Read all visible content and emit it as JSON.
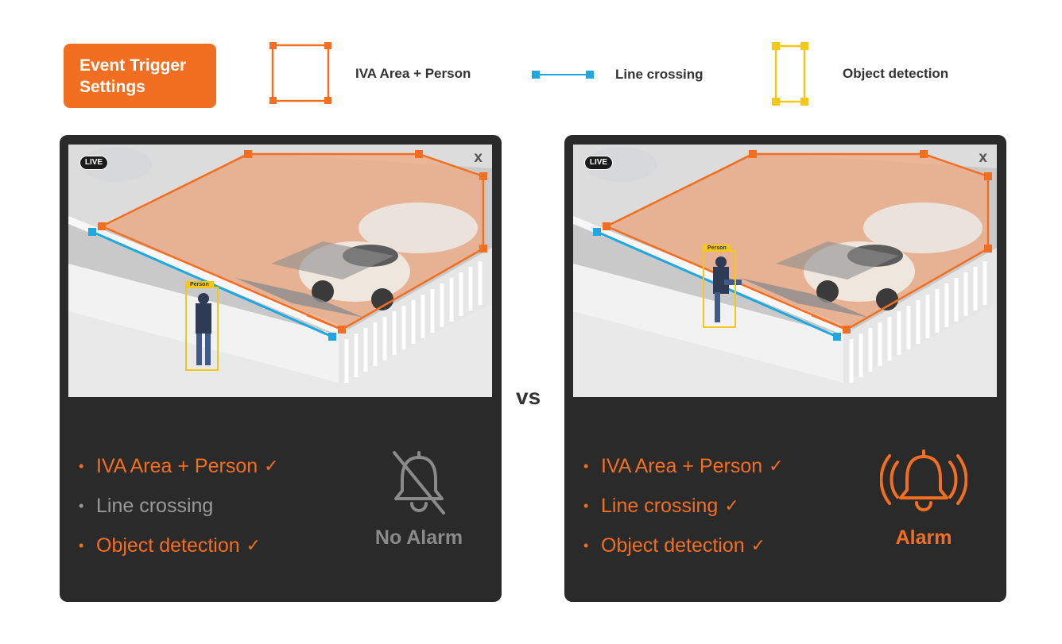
{
  "header": {
    "badge_line1": "Event Trigger",
    "badge_line2": "Settings"
  },
  "legend": [
    {
      "label": "IVA Area + Person",
      "icon": "iva-area-icon",
      "color": "#f26f21"
    },
    {
      "label": "Line crossing",
      "icon": "line-crossing-icon",
      "color": "#1ea7e1"
    },
    {
      "label": "Object detection",
      "icon": "object-detection-icon",
      "color": "#f3c81b"
    }
  ],
  "vs_label": "vs",
  "panels": [
    {
      "live": "LIVE",
      "close": "X",
      "person_tag": "Person",
      "criteria": [
        {
          "label": "IVA Area + Person",
          "checked": true,
          "check": "✓"
        },
        {
          "label": "Line crossing",
          "checked": false,
          "check": ""
        },
        {
          "label": "Object  detection",
          "checked": true,
          "check": "✓"
        }
      ],
      "alarm": {
        "label": "No Alarm",
        "icon": "bell-off-icon",
        "color": "#8a8a8a"
      }
    },
    {
      "live": "LIVE",
      "close": "X",
      "person_tag": "Person",
      "criteria": [
        {
          "label": "IVA Area + Person",
          "checked": true,
          "check": "✓"
        },
        {
          "label": "Line crossing",
          "checked": true,
          "check": "✓"
        },
        {
          "label": "Object  detection",
          "checked": true,
          "check": "✓"
        }
      ],
      "alarm": {
        "label": "Alarm",
        "icon": "bell-ringing-icon",
        "color": "#f26f21"
      }
    }
  ],
  "bullet": "•"
}
